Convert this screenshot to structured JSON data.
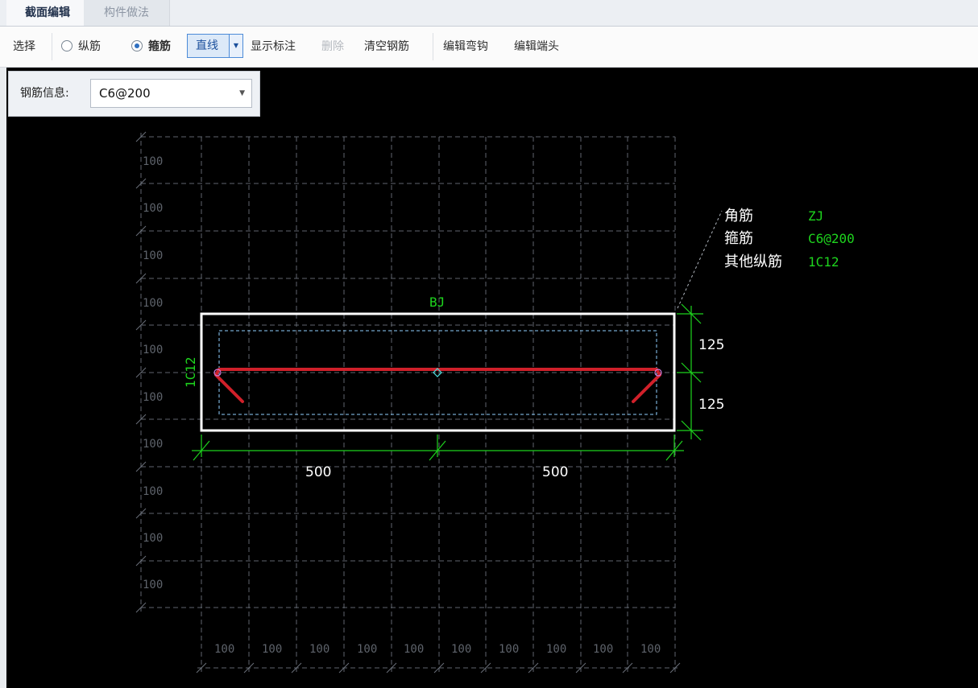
{
  "tabs": [
    {
      "label": "截面编辑",
      "active": true
    },
    {
      "label": "构件做法",
      "active": false
    }
  ],
  "toolbar": {
    "select": "选择",
    "longitudinal_rebar": "纵筋",
    "stirrup": "箍筋",
    "line_mode": "直线",
    "show_annotation": "显示标注",
    "delete": "删除",
    "clear_rebar": "清空钢筋",
    "edit_hook": "编辑弯钩",
    "edit_end": "编辑端头"
  },
  "rebar_info": {
    "label": "钢筋信息:",
    "value": "C6@200"
  },
  "drawing": {
    "grid_row_labels": [
      "100",
      "100",
      "100",
      "100",
      "100",
      "100",
      "100",
      "100",
      "100",
      "100"
    ],
    "grid_col_labels": [
      "100",
      "100",
      "100",
      "100",
      "100",
      "100",
      "100",
      "100",
      "100",
      "100"
    ],
    "section_name": "BJ",
    "side_rebar_label": "1C12",
    "dim_bottom": [
      "500",
      "500"
    ],
    "dim_right": [
      "125",
      "125"
    ],
    "legend": [
      {
        "name": "角筋",
        "value": "ZJ"
      },
      {
        "name": "箍筋",
        "value": "C6@200"
      },
      {
        "name": "其他纵筋",
        "value": "1C12"
      }
    ]
  },
  "colors": {
    "canvas_bg": "#000000",
    "grid": "#6a7079",
    "section_outline": "#ffffff",
    "dimension": "#1ed41e",
    "stirrup": "#d0202a",
    "cover_dash": "#8fd0ff"
  }
}
